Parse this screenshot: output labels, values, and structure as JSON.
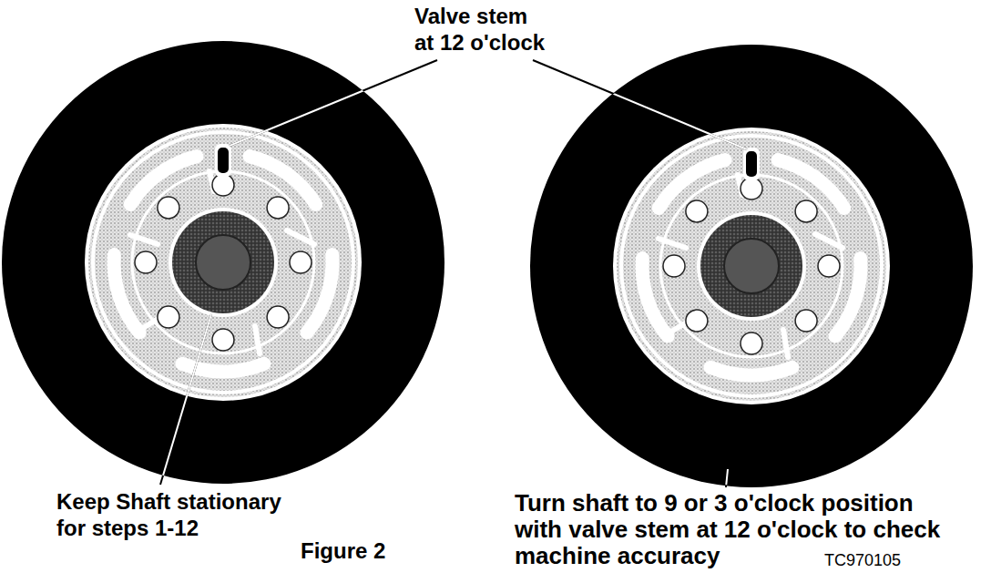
{
  "diagram": {
    "caption": "Figure 2",
    "labels": [
      "Valve stem at 12 o'clock",
      "Keep Shaft stationary for steps 1-12",
      "Turn shaft to 9 or 3 o'clock position with valve stem at 12 o'clock to check machine accuracy",
      "TC970105"
    ]
  }
}
